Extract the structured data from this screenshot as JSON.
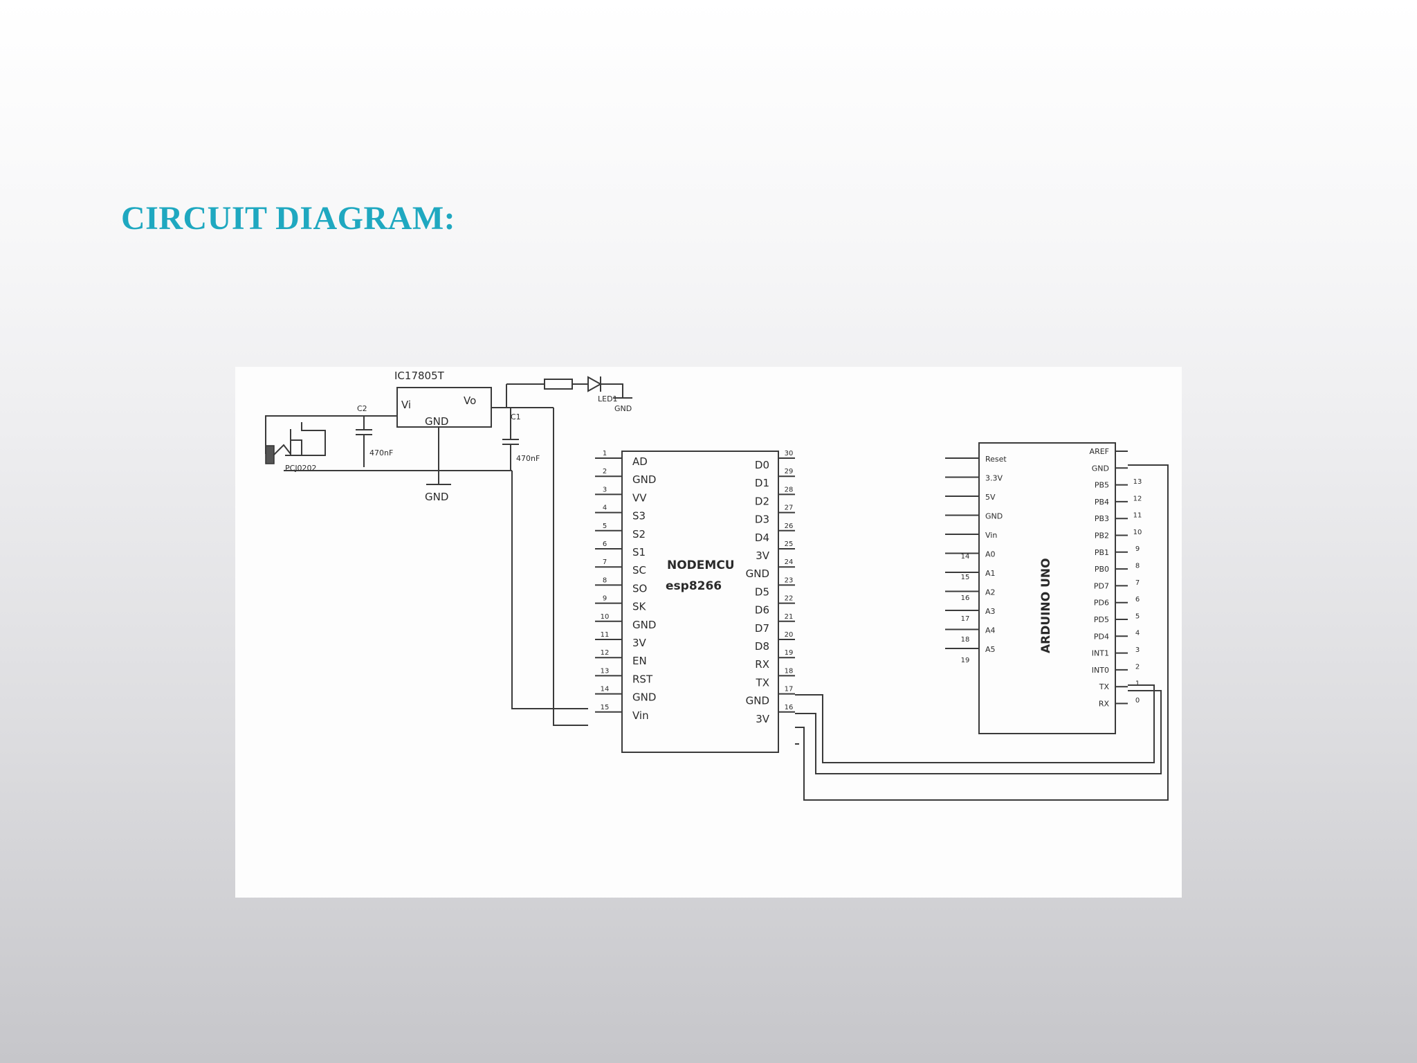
{
  "slide": {
    "title": "CIRCUIT DIAGRAM:"
  },
  "diagram": {
    "regulator": {
      "name": "IC17805T",
      "vin": "Vi",
      "vout": "Vo",
      "gnd": "GND"
    },
    "capacitors": [
      {
        "name": "C2",
        "value": "470nF"
      },
      {
        "name": "C1",
        "value": "470nF"
      }
    ],
    "power_jack": {
      "name": "PCJ0202"
    },
    "led": {
      "name": "LED1",
      "gnd": "GND"
    },
    "regulator_ground": "GND",
    "nodemcu": {
      "title": "NODEMCU",
      "subtitle": "esp8266",
      "left_pins": [
        "AD",
        "GND",
        "VV",
        "S3",
        "S2",
        "S1",
        "SC",
        "SO",
        "SK",
        "GND",
        "3V",
        "EN",
        "RST",
        "GND",
        "Vin"
      ],
      "left_numbers": [
        "1",
        "2",
        "3",
        "4",
        "5",
        "6",
        "7",
        "8",
        "9",
        "10",
        "11",
        "12",
        "13",
        "14",
        "15"
      ],
      "right_pins": [
        "D0",
        "D1",
        "D2",
        "D3",
        "D4",
        "3V",
        "GND",
        "D5",
        "D6",
        "D7",
        "D8",
        "RX",
        "TX",
        "GND",
        "3V"
      ],
      "right_numbers": [
        "30",
        "29",
        "28",
        "27",
        "26",
        "25",
        "24",
        "23",
        "22",
        "21",
        "20",
        "19",
        "18",
        "17",
        "16"
      ]
    },
    "arduino": {
      "title": "ARDUINO UNO",
      "left_pins": [
        "Reset",
        "3.3V",
        "5V",
        "GND",
        "Vin",
        "A0",
        "A1",
        "A2",
        "A3",
        "A4",
        "A5"
      ],
      "left_numbers": [
        "14",
        "15",
        "16",
        "17",
        "18",
        "19"
      ],
      "right_pins": [
        "AREF",
        "GND",
        "PB5",
        "PB4",
        "PB3",
        "PB2",
        "PB1",
        "PB0",
        "PD7",
        "PD6",
        "PD5",
        "PD4",
        "INT1",
        "INT0",
        "TX",
        "RX"
      ],
      "right_numbers": [
        "13",
        "12",
        "11",
        "10",
        "9",
        "8",
        "7",
        "6",
        "5",
        "4",
        "3",
        "2",
        "1",
        "0"
      ]
    }
  }
}
